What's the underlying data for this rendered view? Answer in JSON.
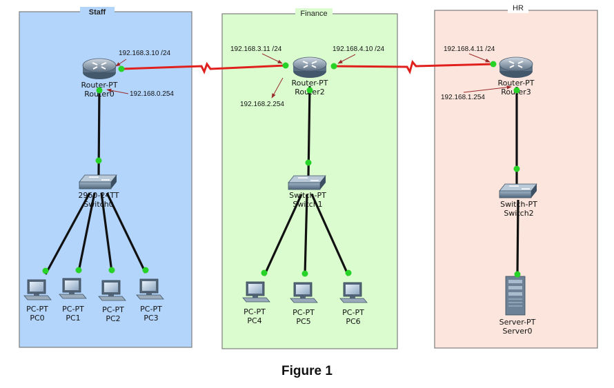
{
  "zones": {
    "staff": {
      "title": "Staff",
      "fill": "#b3d4fb"
    },
    "finance": {
      "title": "Finance",
      "fill": "#dafccf"
    },
    "hr": {
      "title": "HR",
      "fill": "#fbe5dc"
    }
  },
  "devices": {
    "router0": {
      "type": "Router-PT",
      "name": "Router0"
    },
    "router2": {
      "type": "Router-PT",
      "name": "Router2"
    },
    "router3": {
      "type": "Router-PT",
      "name": "Router3"
    },
    "switch0": {
      "type": "2960-24TT",
      "name": "Switch0"
    },
    "switch1": {
      "type": "Switch-PT",
      "name": "Switch1"
    },
    "switch2": {
      "type": "Switch-PT",
      "name": "Switch2"
    },
    "pc0": {
      "type": "PC-PT",
      "name": "PC0"
    },
    "pc1": {
      "type": "PC-PT",
      "name": "PC1"
    },
    "pc2": {
      "type": "PC-PT",
      "name": "PC2"
    },
    "pc3": {
      "type": "PC-PT",
      "name": "PC3"
    },
    "pc4": {
      "type": "PC-PT",
      "name": "PC4"
    },
    "pc5": {
      "type": "PC-PT",
      "name": "PC5"
    },
    "pc6": {
      "type": "PC-PT",
      "name": "PC6"
    },
    "server0": {
      "type": "Server-PT",
      "name": "Server0"
    }
  },
  "addresses": {
    "r0_wan": "192.168.3.10 /24",
    "r0_lan": "192.168.0.254",
    "r2_left": "192.168.3.11 /24",
    "r2_right": "192.168.4.10 /24",
    "r2_lan": "192.168.2.254",
    "r3_wan": "192.168.4.11 /24",
    "r3_lan": "192.168.1.254"
  },
  "caption": "Figure 1",
  "colors": {
    "serial_link": "#e0201c",
    "ethernet_link": "#111111",
    "port_up": "#27d327",
    "arrow": "#9b2a2a"
  }
}
